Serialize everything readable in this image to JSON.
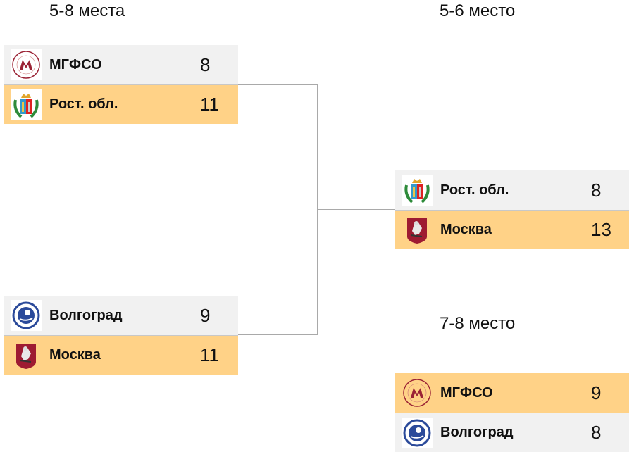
{
  "stages": {
    "left_title": "5-8 места",
    "final56_title": "5-6 место",
    "final78_title": "7-8 место"
  },
  "matches": {
    "semi1": {
      "teams": [
        {
          "name": "МГФСО",
          "score": "8",
          "logo": "mgfso-logo",
          "result": "loser"
        },
        {
          "name": "Рост. обл.",
          "score": "11",
          "logo": "rostov-coat-of-arms",
          "result": "winner"
        }
      ]
    },
    "semi2": {
      "teams": [
        {
          "name": "Волгоград",
          "score": "9",
          "logo": "volgograd-logo",
          "result": "loser"
        },
        {
          "name": "Москва",
          "score": "11",
          "logo": "moscow-coat-of-arms",
          "result": "winner"
        }
      ]
    },
    "final56": {
      "teams": [
        {
          "name": "Рост. обл.",
          "score": "8",
          "logo": "rostov-coat-of-arms",
          "result": "loser"
        },
        {
          "name": "Москва",
          "score": "13",
          "logo": "moscow-coat-of-arms",
          "result": "winner"
        }
      ]
    },
    "final78": {
      "teams": [
        {
          "name": "МГФСО",
          "score": "9",
          "logo": "mgfso-logo",
          "result": "winner"
        },
        {
          "name": "Волгоград",
          "score": "8",
          "logo": "volgograd-logo",
          "result": "loser"
        }
      ]
    }
  },
  "colors": {
    "winner_bg": "#ffd287",
    "loser_bg": "#f1f1f1",
    "connector": "#a9a9a9"
  }
}
